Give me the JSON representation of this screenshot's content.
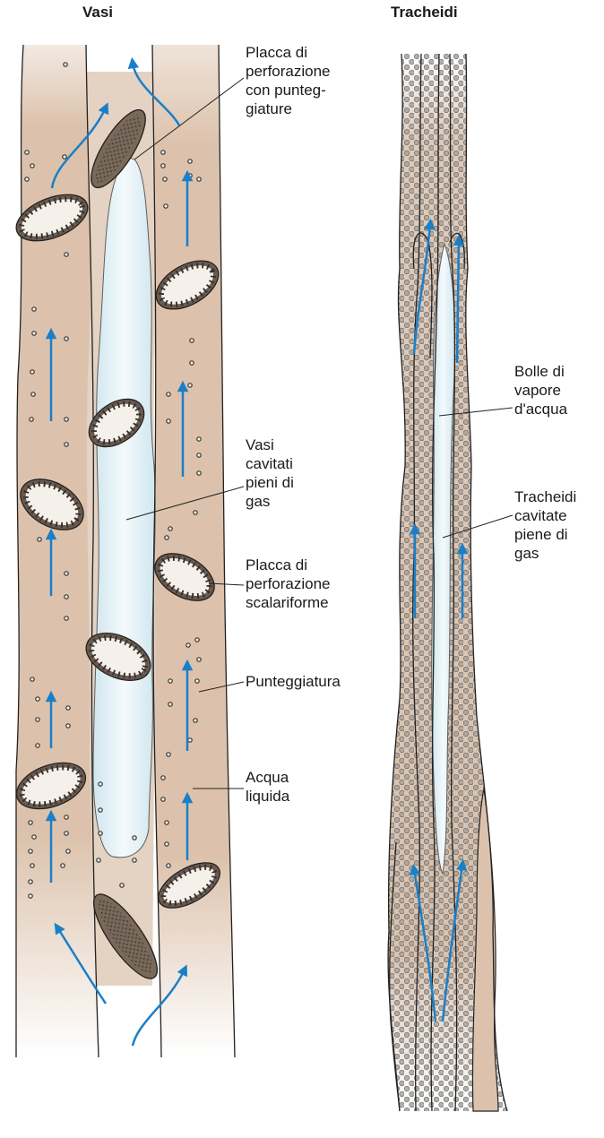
{
  "titles": {
    "vessels": "Vasi",
    "tracheids": "Tracheidi"
  },
  "labels": {
    "perforation_plate_pitted": [
      "Placca di",
      "perforazione",
      "con punteg-",
      "giature"
    ],
    "cavitated_vessels": [
      "Vasi",
      "cavitati",
      "pieni di",
      "gas"
    ],
    "scalariform_plate": [
      "Placca di",
      "perforazione",
      "scalariforme"
    ],
    "pit": [
      "Punteggiatura"
    ],
    "liquid_water": [
      "Acqua",
      "liquida"
    ],
    "vapor_bubbles": [
      "Bolle di",
      "vapore",
      "d'acqua"
    ],
    "cavitated_tracheids": [
      "Tracheidi",
      "cavitate",
      "piene di",
      "gas"
    ]
  },
  "colors": {
    "cell_wall_fill": "#dcc2ac",
    "gas_fill": "#d9ecf2",
    "water_arrow": "#1a7fc8",
    "outline": "#222222",
    "pit_fill": "#9a9a9a"
  }
}
